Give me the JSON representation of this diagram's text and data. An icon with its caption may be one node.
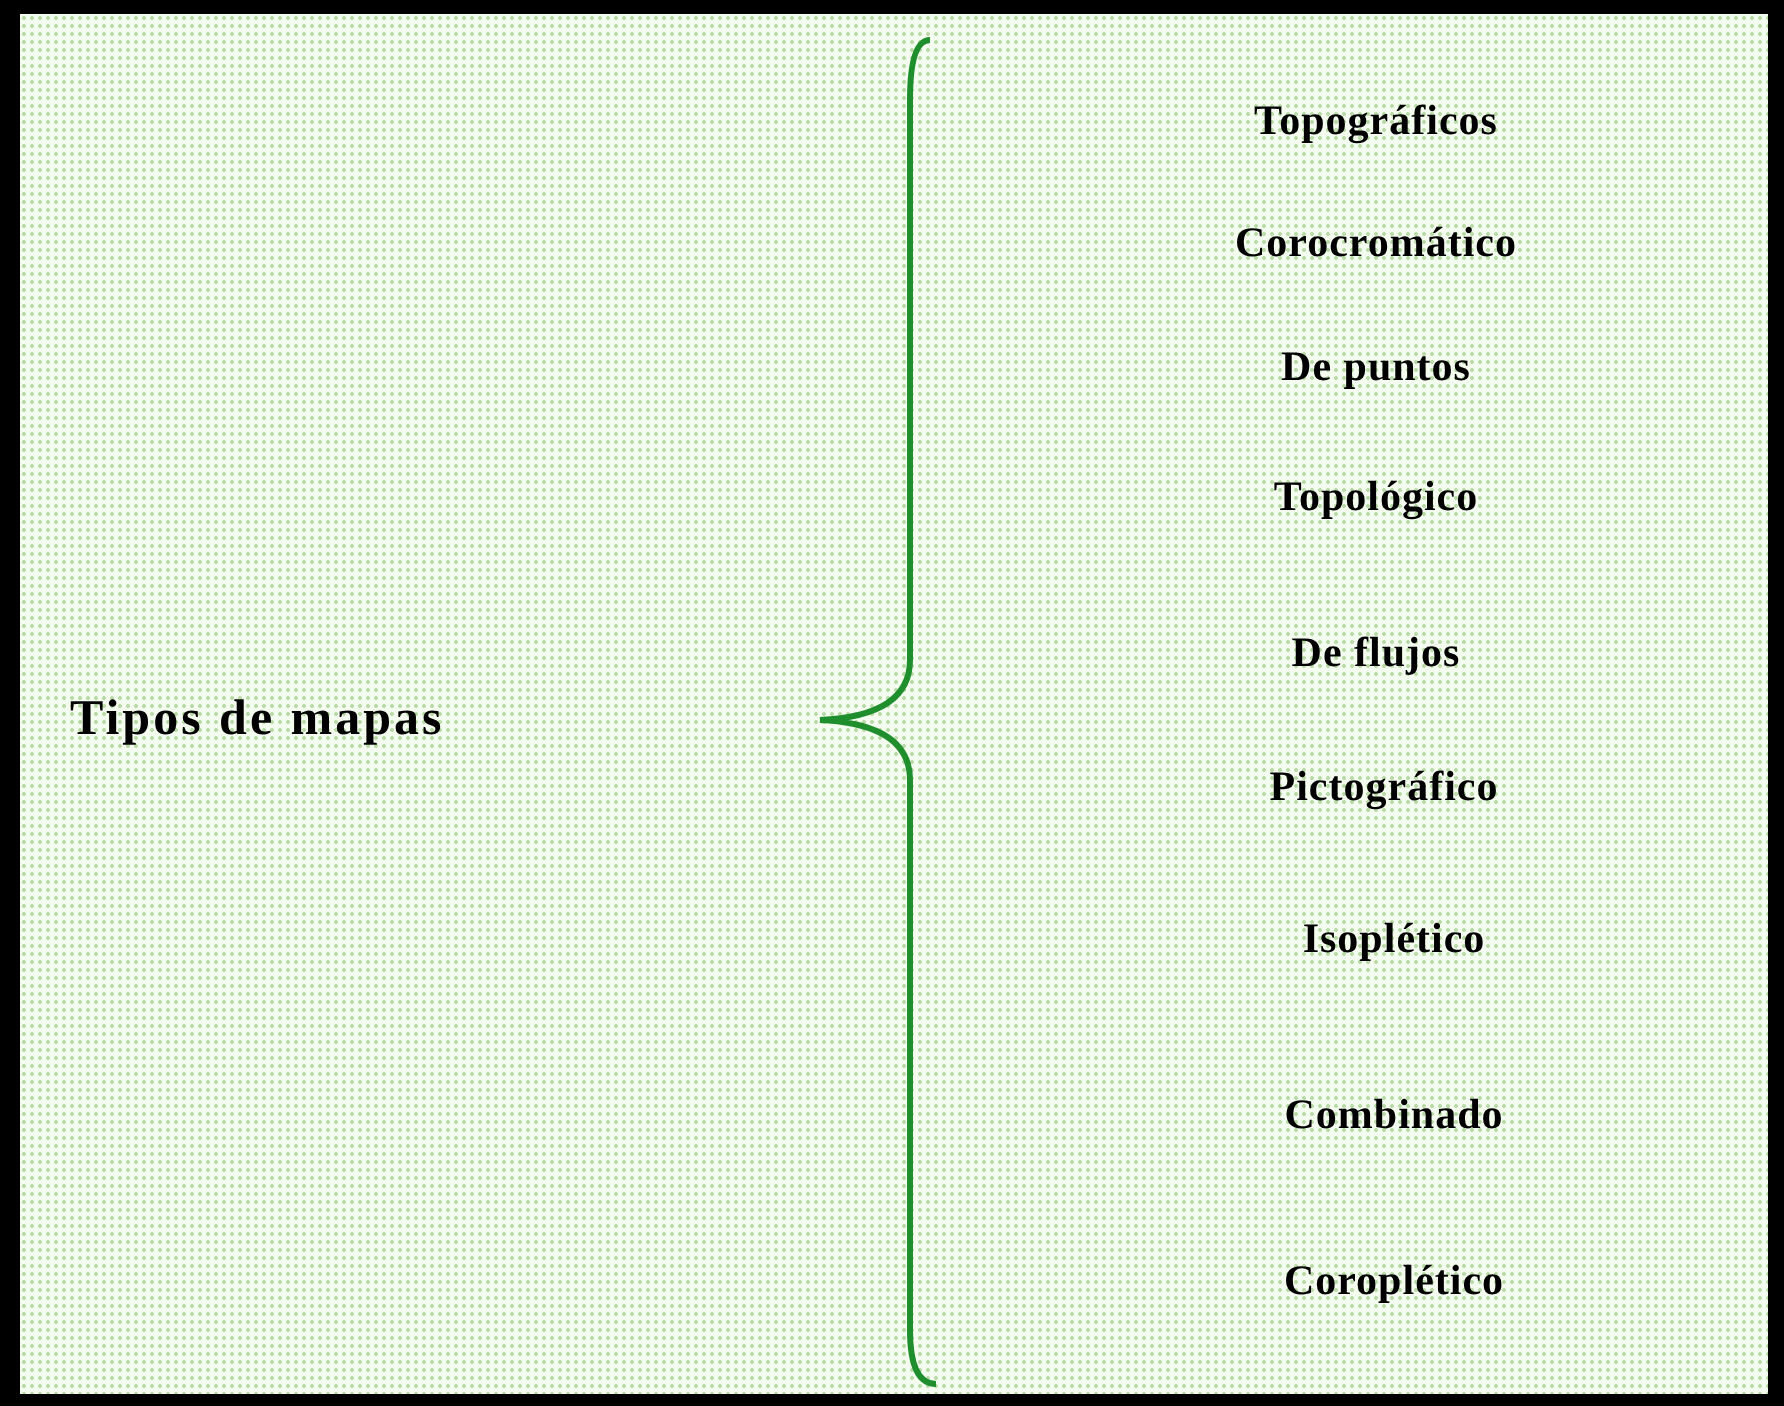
{
  "diagram": {
    "labels": [
      "Tipos de mapas",
      "Topográficos",
      "Corocromático",
      "De puntos",
      "Topológico",
      "De flujos",
      "Pictográfico",
      "Isoplético",
      "Combinado",
      "Coroplético"
    ]
  }
}
